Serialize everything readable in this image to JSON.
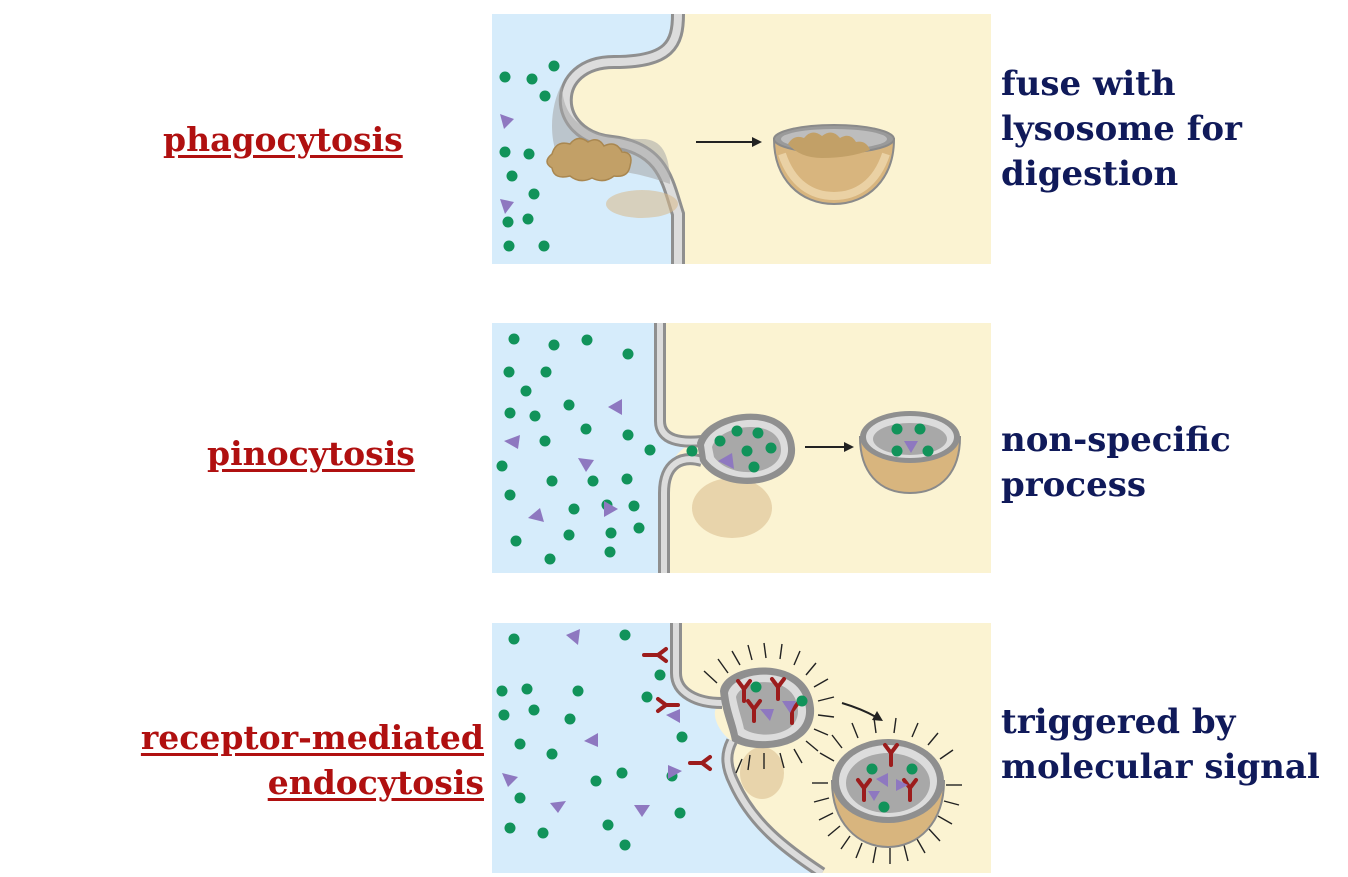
{
  "rows": [
    {
      "process": "phagocytosis",
      "description": [
        "fuse with",
        "lysosome for",
        "digestion"
      ]
    },
    {
      "process": "pinocytosis",
      "description": [
        "non-specific",
        "process"
      ]
    },
    {
      "process": [
        "receptor-mediated",
        "endocytosis"
      ],
      "description": [
        "triggered by",
        "molecular signal"
      ]
    }
  ],
  "colors": {
    "process_label": "#b01010",
    "description_text": "#101a5a",
    "extracellular": "#d6ecfb",
    "cytoplasm": "#fbf3d2",
    "membrane": "#9c9c9c",
    "molecule_dot": "#11935a",
    "molecule_triangle": "#8e78c0",
    "receptor": "#9c1c1c",
    "food_particle": "#c2a067"
  }
}
